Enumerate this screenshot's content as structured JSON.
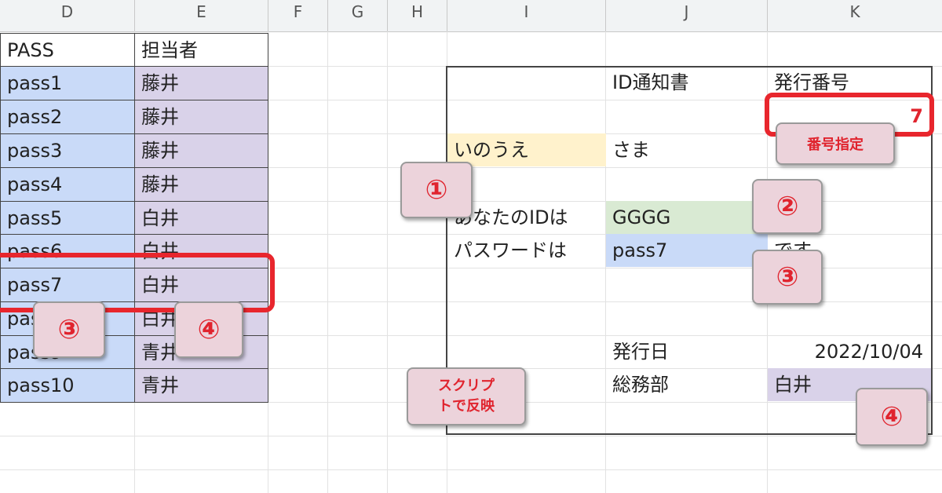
{
  "columns": [
    "D",
    "E",
    "F",
    "G",
    "H",
    "I",
    "J",
    "K"
  ],
  "table": {
    "headers": [
      "PASS",
      "担当者"
    ],
    "rows": [
      [
        "pass1",
        "藤井"
      ],
      [
        "pass2",
        "藤井"
      ],
      [
        "pass3",
        "藤井"
      ],
      [
        "pass4",
        "藤井"
      ],
      [
        "pass5",
        "白井"
      ],
      [
        "pass6",
        "白井"
      ],
      [
        "pass7",
        "白井"
      ],
      [
        "pass8",
        "白井"
      ],
      [
        "pass9",
        "青井"
      ],
      [
        "pass10",
        "青井"
      ]
    ]
  },
  "notice": {
    "title": "ID通知書",
    "issue_number_label": "発行番号",
    "issue_number": "7",
    "name": "いのうえ",
    "honorific": "さま",
    "id_label": "あなたのIDは",
    "id_value": "GGGG",
    "pw_label": "パスワードは",
    "pw_value": "pass7",
    "pw_suffix": "です",
    "date_label": "発行日",
    "date_value": "2022/10/04",
    "dept_label": "総務部",
    "dept_value": "白井"
  },
  "callouts": {
    "c1": "①",
    "c2": "②",
    "c3": "③",
    "c4": "④",
    "number_spec": "番号指定",
    "script_line1": "スクリプ",
    "script_line2": "トで反映"
  },
  "colors": {
    "pass_fill": "#c9daf8",
    "person_fill": "#d9d2e9",
    "name_fill": "#fff2cc",
    "id_fill": "#d9ead3",
    "highlight": "#e8262d",
    "callout_fill": "#ecd3db"
  }
}
